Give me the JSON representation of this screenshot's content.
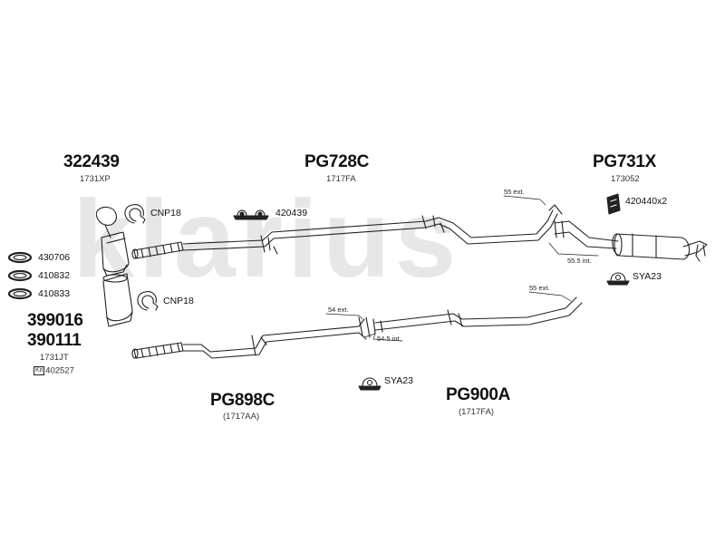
{
  "watermark": "klarius",
  "colors": {
    "line": "#222222",
    "watermark": "#e7e7e7"
  },
  "parts": {
    "p322439": {
      "number": "322439",
      "ref": "1731XP"
    },
    "pg728c": {
      "number": "PG728C",
      "ref": "1717FA"
    },
    "pg731x": {
      "number": "PG731X",
      "ref": "173052"
    },
    "pg898c": {
      "number": "PG898C",
      "ref": "(1717AA)"
    },
    "pg900a": {
      "number": "PG900A",
      "ref": "(1717FA)"
    },
    "p399016": {
      "number": "399016"
    },
    "p390111": {
      "number": "390111",
      "ref": "1731JT",
      "kit_tag": "Kit",
      "kit_number": "402527"
    }
  },
  "accessories": {
    "cnp18_top": "CNP18",
    "cnp18_bottom": "CNP18",
    "g420439": "420439",
    "g420440": "420440x2",
    "sya23_right": "SYA23",
    "sya23_center": "SYA23",
    "r430706": "430706",
    "r410832": "410832",
    "r410833": "410833"
  },
  "dimensions": {
    "d55_top": "55 ext.",
    "d55_5": "55.5 int.",
    "d55_bottom": "55 ext.",
    "d54": "54 ext.",
    "d54_5": "54.5 int."
  }
}
